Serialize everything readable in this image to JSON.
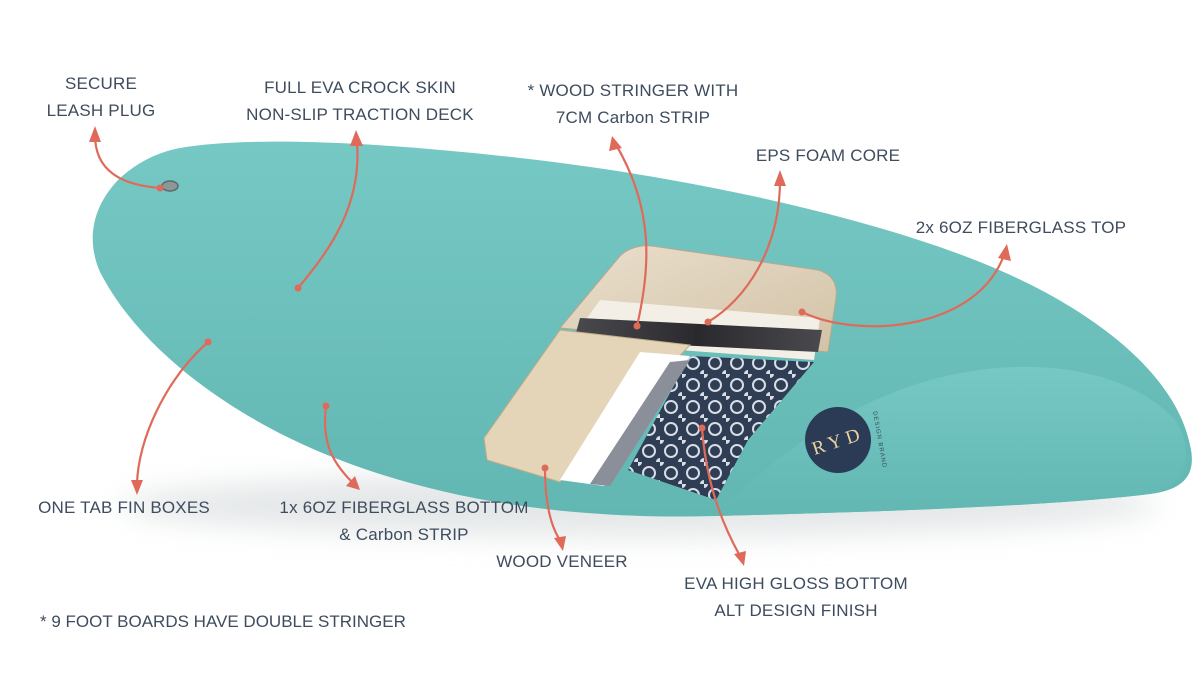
{
  "labels": {
    "leash_plug": [
      "SECURE",
      "LEASH PLUG"
    ],
    "deck": [
      "FULL EVA CROCK SKIN",
      "NON-SLIP TRACTION DECK"
    ],
    "stringer": [
      "* WOOD STRINGER WITH",
      "7CM Carbon STRIP"
    ],
    "foam_core": [
      "EPS FOAM CORE"
    ],
    "fiberglass_top": [
      "2x 6OZ FIBERGLASS TOP"
    ],
    "fin_boxes": [
      "ONE TAB FIN BOXES"
    ],
    "fiberglass_bottom": [
      "1x 6OZ FIBERGLASS BOTTOM",
      "& Carbon STRIP"
    ],
    "veneer": [
      "WOOD VENEER"
    ],
    "bottom_finish": [
      "EVA HIGH GLOSS BOTTOM",
      "ALT DESIGN FINISH"
    ]
  },
  "footnote": "* 9 FOOT BOARDS HAVE DOUBLE STRINGER",
  "logo": {
    "text": "RYD",
    "subtext": "DESIGN BRAND"
  },
  "colors": {
    "board": "#6fc2be",
    "arrow": "#e06a5a",
    "text": "#3e4c5e",
    "logo_circle": "#2b3a55",
    "logo_text": "#e8d3a0"
  }
}
